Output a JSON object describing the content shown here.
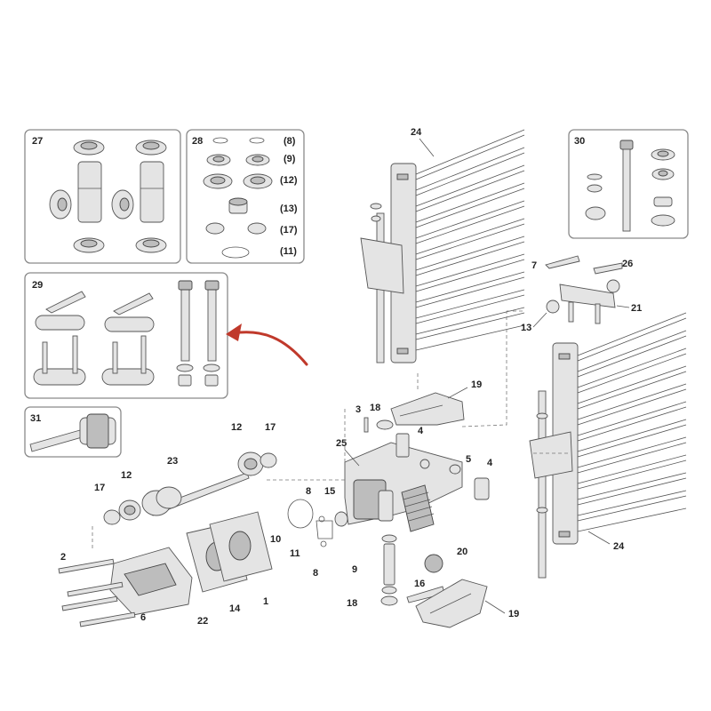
{
  "labels": {
    "p27": "27",
    "p28": "28",
    "p8a": "(8)",
    "p9a": "(9)",
    "p12a": "(12)",
    "p13a": "(13)",
    "p17a": "(17)",
    "p11a": "(11)",
    "p29": "29",
    "p30": "30",
    "p31": "31",
    "p24a": "24",
    "p24b": "24",
    "p7": "7",
    "p26": "26",
    "p21": "21",
    "p13": "13",
    "p19a": "19",
    "p19b": "19",
    "p3": "3",
    "p18a": "18",
    "p18b": "18",
    "p4a": "4",
    "p4b": "4",
    "p5": "5",
    "p25": "25",
    "p8b": "8",
    "p8c": "8",
    "p15": "15",
    "p10": "10",
    "p11": "11",
    "p9": "9",
    "p16": "16",
    "p20": "20",
    "p12b": "12",
    "p12c": "12",
    "p17b": "17",
    "p17c": "17",
    "p23": "23",
    "p2": "2",
    "p6": "6",
    "p22": "22",
    "p14": "14",
    "p1": "1"
  },
  "colors": {
    "arrow": "#c0392b",
    "box_border": "#8a8a8a",
    "part_fill": "#e4e4e4",
    "part_dark": "#bdbdbd"
  }
}
